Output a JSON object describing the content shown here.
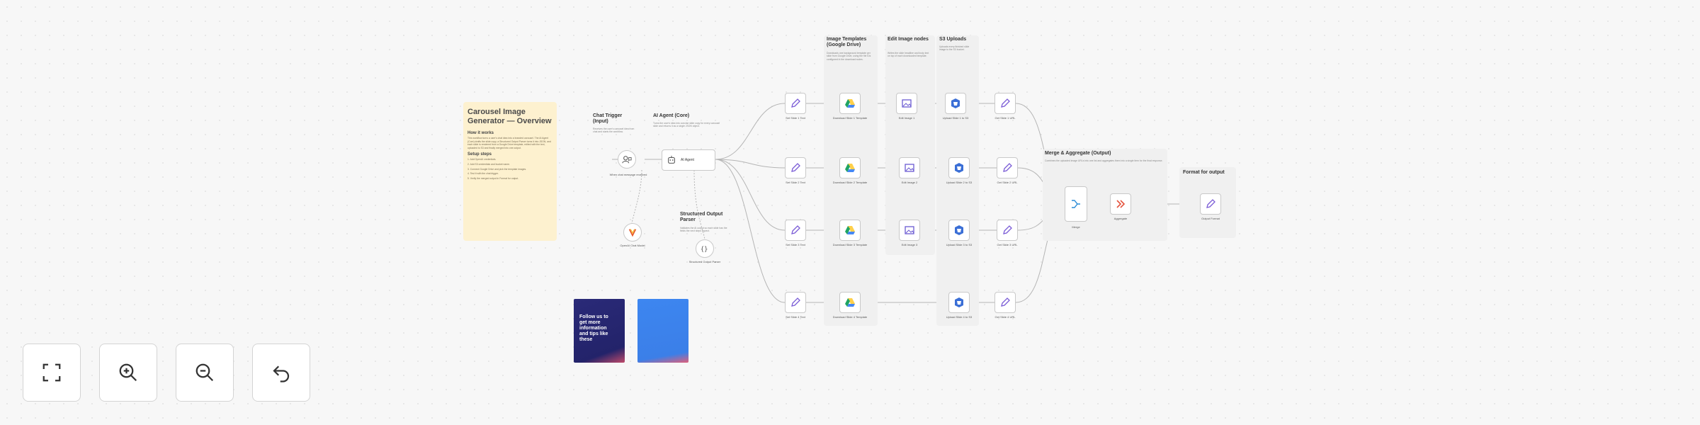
{
  "controls": {
    "fit_view": "fit-view",
    "zoom_in": "zoom-in",
    "zoom_out": "zoom-out",
    "undo": "undo"
  },
  "sticky": {
    "title": "Carousel Image Generator — Overview",
    "how_heading": "How it works",
    "how_text": "This workflow turns a user's chat idea into a branded carousel. The AI Agent (Core) drafts the slide copy, a Structured Output Parser turns it into JSON, and each slide is rendered from a Google Drive template, edited with the text, uploaded to S3 and finally merged into one output.",
    "setup_heading": "Setup steps",
    "setup_steps": [
      "1. Add OpenAI credentials.",
      "2. Add S3 credentials and bucket name.",
      "3. Connect Google Drive and pick the template images.",
      "4. Test it with the chat trigger.",
      "5. Verify the merged output in Format for output."
    ]
  },
  "sections": {
    "chat_trigger": {
      "title": "Chat Trigger (Input)",
      "body": "Receives the user's carousel idea from chat and starts the workflow."
    },
    "ai_agent": {
      "title": "AI Agent (Core)",
      "body": "Turns the user's idea into concise slide copy for every carousel slide and returns it as a single JSON object."
    },
    "structured_parser": {
      "title": "Structured Output Parser",
      "body": "Validates the AI output so each slide has the fields the next steps expect."
    },
    "image_templates": {
      "title": "Image Templates (Google Drive)",
      "body": "Downloads one background template per slide from Google Drive, using the file IDs configured in the download nodes."
    },
    "edit_image": {
      "title": "Edit Image nodes",
      "body": "Writes the slide headline and body text on top of each downloaded template."
    },
    "s3_uploads": {
      "title": "S3 Uploads",
      "body": "Uploads every finished slide image to the S3 bucket."
    },
    "merge": {
      "title": "Merge & Aggregate (Output)",
      "body": "Combines the uploaded image URLs into one list and aggregates them into a single item for the final response."
    },
    "format": {
      "title": "Format for output",
      "body": ""
    }
  },
  "nodes": {
    "chat": {
      "label": "When chat message received",
      "sub": ""
    },
    "agent": {
      "label": "AI Agent"
    },
    "openai": {
      "label": "OpenAI Chat Model",
      "sub": ""
    },
    "parser": {
      "label": "Structured Output Parser",
      "sub": ""
    },
    "rows": [
      {
        "set": "Set Slide 1 Text",
        "drive": "Download Slide 1 Template",
        "edit": "Edit Image 1",
        "s3": "Upload Slide 1 to S3",
        "url": "Get Slide 1 URL"
      },
      {
        "set": "Set Slide 2 Text",
        "drive": "Download Slide 2 Template",
        "edit": "Edit Image 2",
        "s3": "Upload Slide 2 to S3",
        "url": "Get Slide 2 URL"
      },
      {
        "set": "Set Slide 3 Text",
        "drive": "Download Slide 3 Template",
        "edit": "Edit Image 3",
        "s3": "Upload Slide 3 to S3",
        "url": "Get Slide 3 URL"
      },
      {
        "set": "Set Slide 4 Text",
        "drive": "Download Slide 4 Template",
        "edit": "",
        "s3": "Upload Slide 4 to S3",
        "url": "Get Slide 4 URL"
      }
    ],
    "merge": {
      "label": "Merge",
      "sub": ""
    },
    "aggregate": {
      "label": "Aggregate"
    },
    "output": {
      "label": "Output Format",
      "sub": ""
    }
  },
  "thumbs": [
    {
      "text": "Follow us to get more information and tips like these",
      "caption": ""
    },
    {
      "text": "",
      "caption": ""
    }
  ],
  "colors": {
    "canvas": "#f7f7f7",
    "sticky": "#fdf1cf",
    "drive_green": "#1fa463",
    "drive_yellow": "#ffd04b",
    "drive_blue": "#4688f4",
    "s3_blue": "#3b6fd6",
    "edit_purple": "#6b5bd2",
    "merge_blue": "#2a8bd6",
    "aggregate_red": "#e5533d",
    "thumb_navy": "#2a2a78",
    "thumb_blue": "#3d86f0"
  },
  "icons": [
    "fit-view-icon",
    "zoom-in-icon",
    "zoom-out-icon",
    "undo-icon",
    "chat-icon",
    "agent-icon",
    "openai-icon",
    "parser-icon",
    "pencil-icon",
    "google-drive-icon",
    "image-edit-icon",
    "s3-icon",
    "merge-icon",
    "aggregate-icon"
  ]
}
